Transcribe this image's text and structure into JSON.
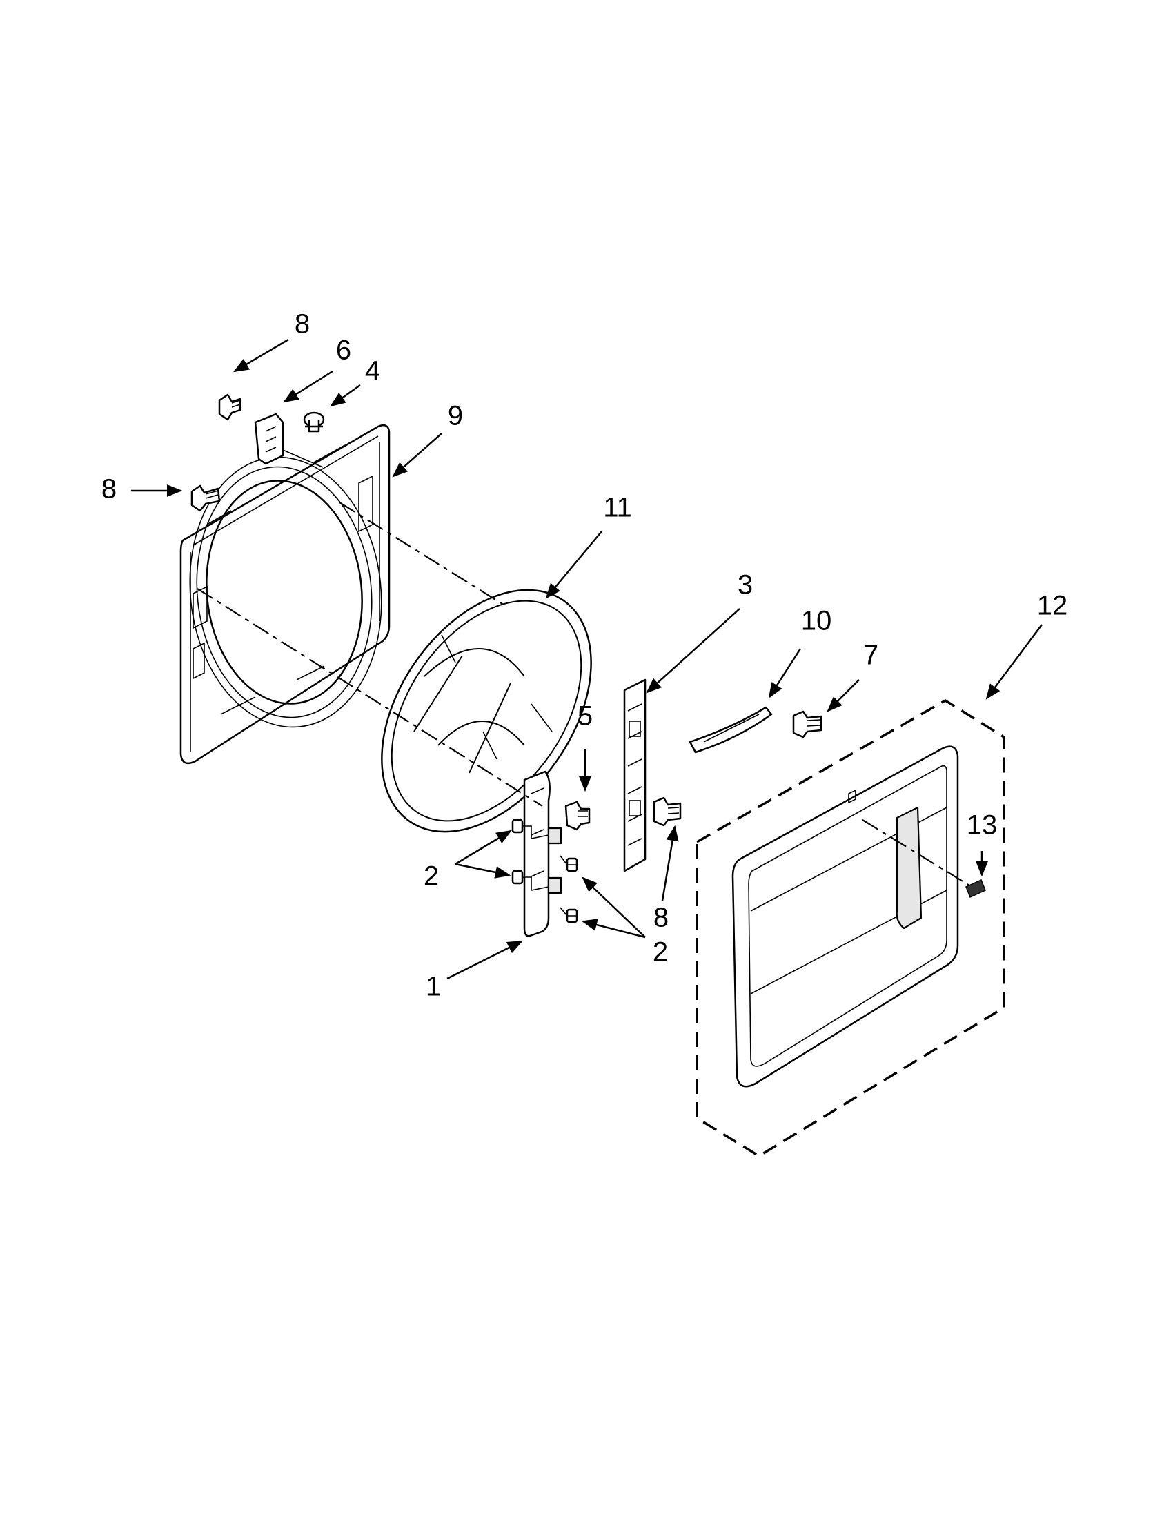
{
  "callouts": [
    {
      "id": "c8a",
      "text": "8"
    },
    {
      "id": "c6",
      "text": "6"
    },
    {
      "id": "c4",
      "text": "4"
    },
    {
      "id": "c9",
      "text": "9"
    },
    {
      "id": "c8b",
      "text": "8"
    },
    {
      "id": "c11",
      "text": "11"
    },
    {
      "id": "c3",
      "text": "3"
    },
    {
      "id": "c10",
      "text": "10"
    },
    {
      "id": "c7",
      "text": "7"
    },
    {
      "id": "c12",
      "text": "12"
    },
    {
      "id": "c5",
      "text": "5"
    },
    {
      "id": "c13",
      "text": "13"
    },
    {
      "id": "c2a",
      "text": "2"
    },
    {
      "id": "c8c",
      "text": "8"
    },
    {
      "id": "c2b",
      "text": "2"
    },
    {
      "id": "c1",
      "text": "1"
    }
  ]
}
